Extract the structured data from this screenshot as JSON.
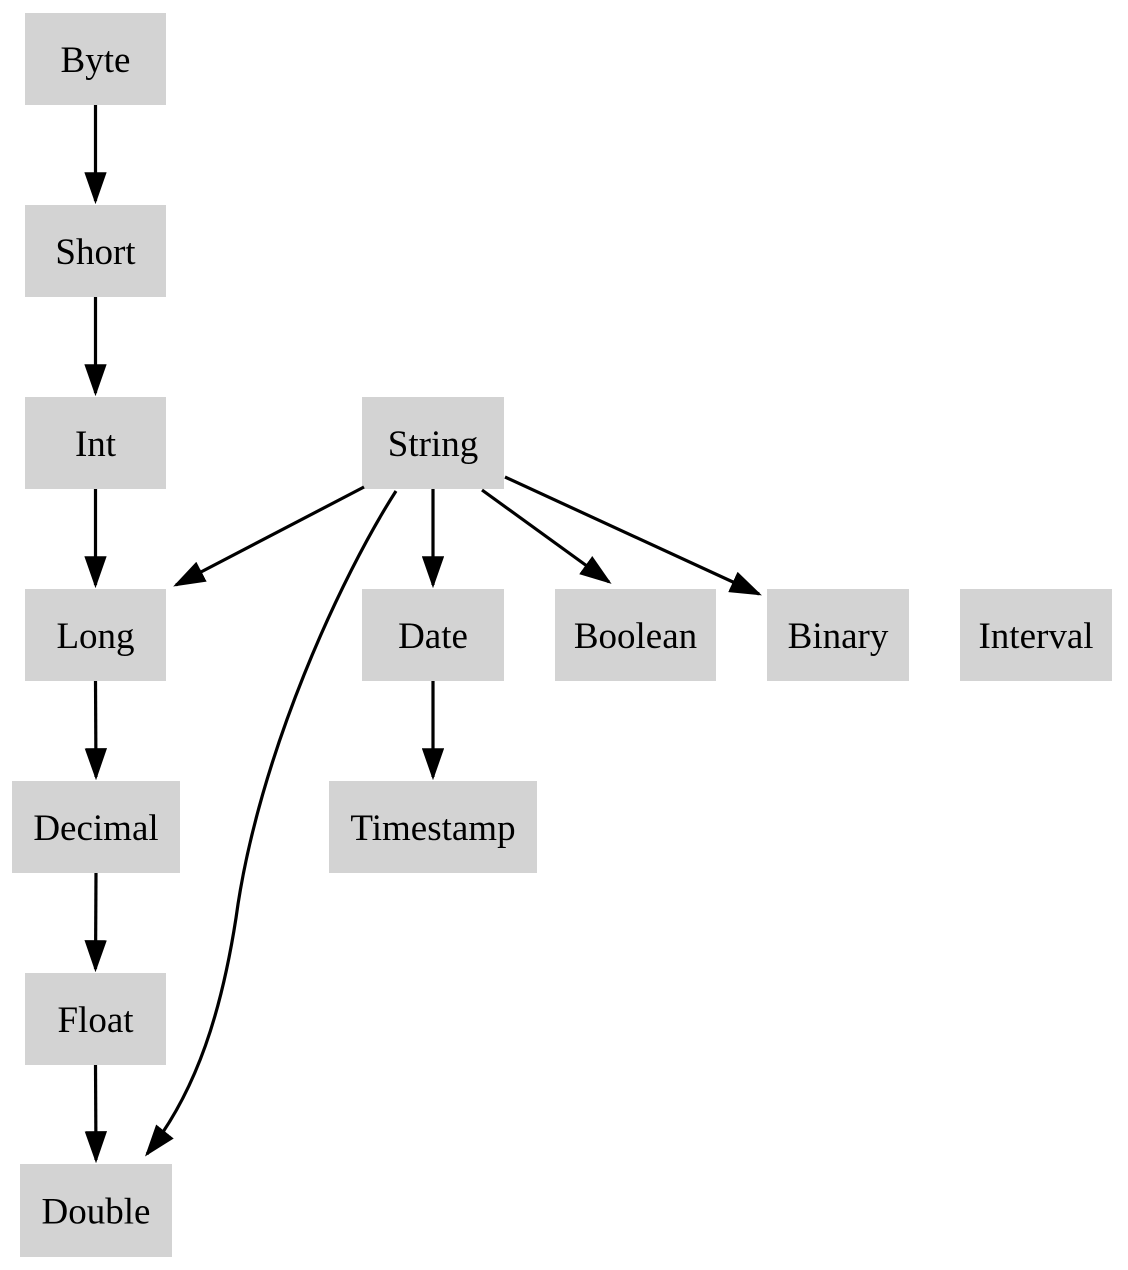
{
  "diagram": {
    "kind": "directed-graph",
    "background_color": "#ffffff",
    "node_fill_color": "#d3d3d3",
    "edge_color": "#000000",
    "text_color": "#000000",
    "nodes": [
      {
        "id": "byte",
        "label": "Byte"
      },
      {
        "id": "short",
        "label": "Short"
      },
      {
        "id": "int",
        "label": "Int"
      },
      {
        "id": "string",
        "label": "String"
      },
      {
        "id": "long",
        "label": "Long"
      },
      {
        "id": "date",
        "label": "Date"
      },
      {
        "id": "boolean",
        "label": "Boolean"
      },
      {
        "id": "binary",
        "label": "Binary"
      },
      {
        "id": "interval",
        "label": "Interval"
      },
      {
        "id": "decimal",
        "label": "Decimal"
      },
      {
        "id": "timestamp",
        "label": "Timestamp"
      },
      {
        "id": "float",
        "label": "Float"
      },
      {
        "id": "double",
        "label": "Double"
      }
    ],
    "edges": [
      {
        "from": "byte",
        "to": "short"
      },
      {
        "from": "short",
        "to": "int"
      },
      {
        "from": "int",
        "to": "long"
      },
      {
        "from": "long",
        "to": "decimal"
      },
      {
        "from": "decimal",
        "to": "float"
      },
      {
        "from": "float",
        "to": "double"
      },
      {
        "from": "string",
        "to": "long"
      },
      {
        "from": "string",
        "to": "date"
      },
      {
        "from": "string",
        "to": "boolean"
      },
      {
        "from": "string",
        "to": "binary"
      },
      {
        "from": "string",
        "to": "double"
      },
      {
        "from": "date",
        "to": "timestamp"
      }
    ]
  }
}
